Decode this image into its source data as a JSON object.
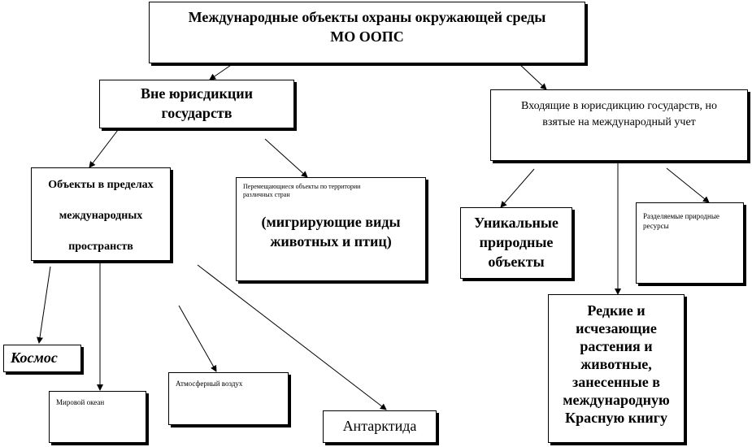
{
  "root": {
    "line1": "Международные объекты охраны окружающей среды",
    "line2": "МО ООПС"
  },
  "outside": {
    "line1": "Вне юрисдикции",
    "line2": "государств"
  },
  "inside": {
    "line1": "Входящие в юрисдикцию государств, но",
    "line2": "взятые на международный учет"
  },
  "intl_spaces": {
    "line1": "Объекты в пределах",
    "line2": "международных",
    "line3": "пространств"
  },
  "migrating": {
    "line1": "Перемещающиеся объекты по территории",
    "line2": "различных стран",
    "line3": "(мигрирующие виды",
    "line4": "животных и птиц)"
  },
  "unique": {
    "line1": "Уникальные",
    "line2": "природные",
    "line3": "объекты"
  },
  "shared": {
    "line1": "Разделяемые природные",
    "line2": "ресурсы"
  },
  "redbook": {
    "line1": "Редкие и",
    "line2": "исчезающие",
    "line3": "растения и",
    "line4": "животные,",
    "line5": "занесенные в",
    "line6": "международную",
    "line7": "Красную книгу"
  },
  "space": {
    "label": "Космос"
  },
  "ocean": {
    "label": "Мировой океан"
  },
  "air": {
    "label": "Атмосферный воздух"
  },
  "antarctica": {
    "label": "Антарктида"
  }
}
